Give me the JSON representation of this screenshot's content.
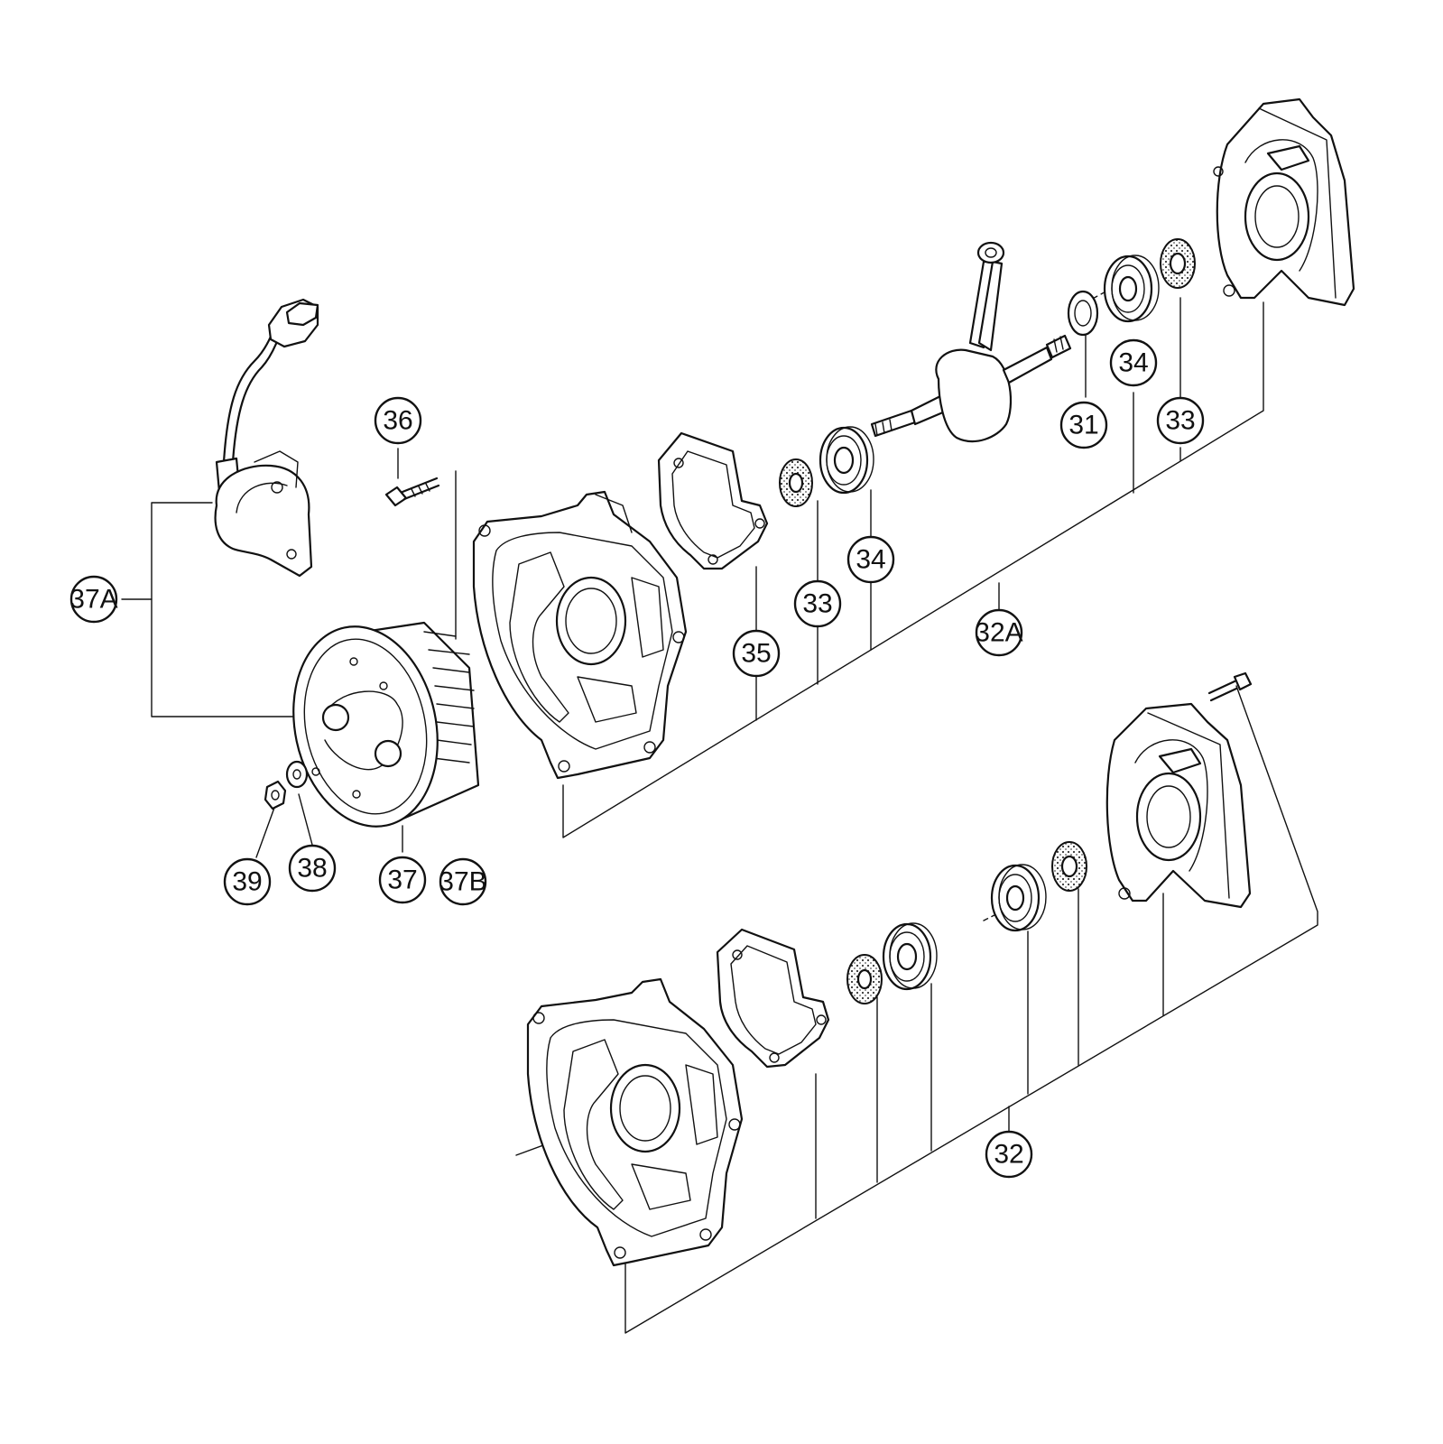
{
  "callouts": {
    "c31": "31",
    "c32": "32",
    "c32A": "32A",
    "c33a": "33",
    "c33b": "33",
    "c34a": "34",
    "c34b": "34",
    "c35": "35",
    "c36": "36",
    "c37": "37",
    "c37A": "37A",
    "c37B": "37B",
    "c38": "38",
    "c39": "39"
  },
  "colors": {
    "line": "#111111",
    "background": "#ffffff"
  }
}
